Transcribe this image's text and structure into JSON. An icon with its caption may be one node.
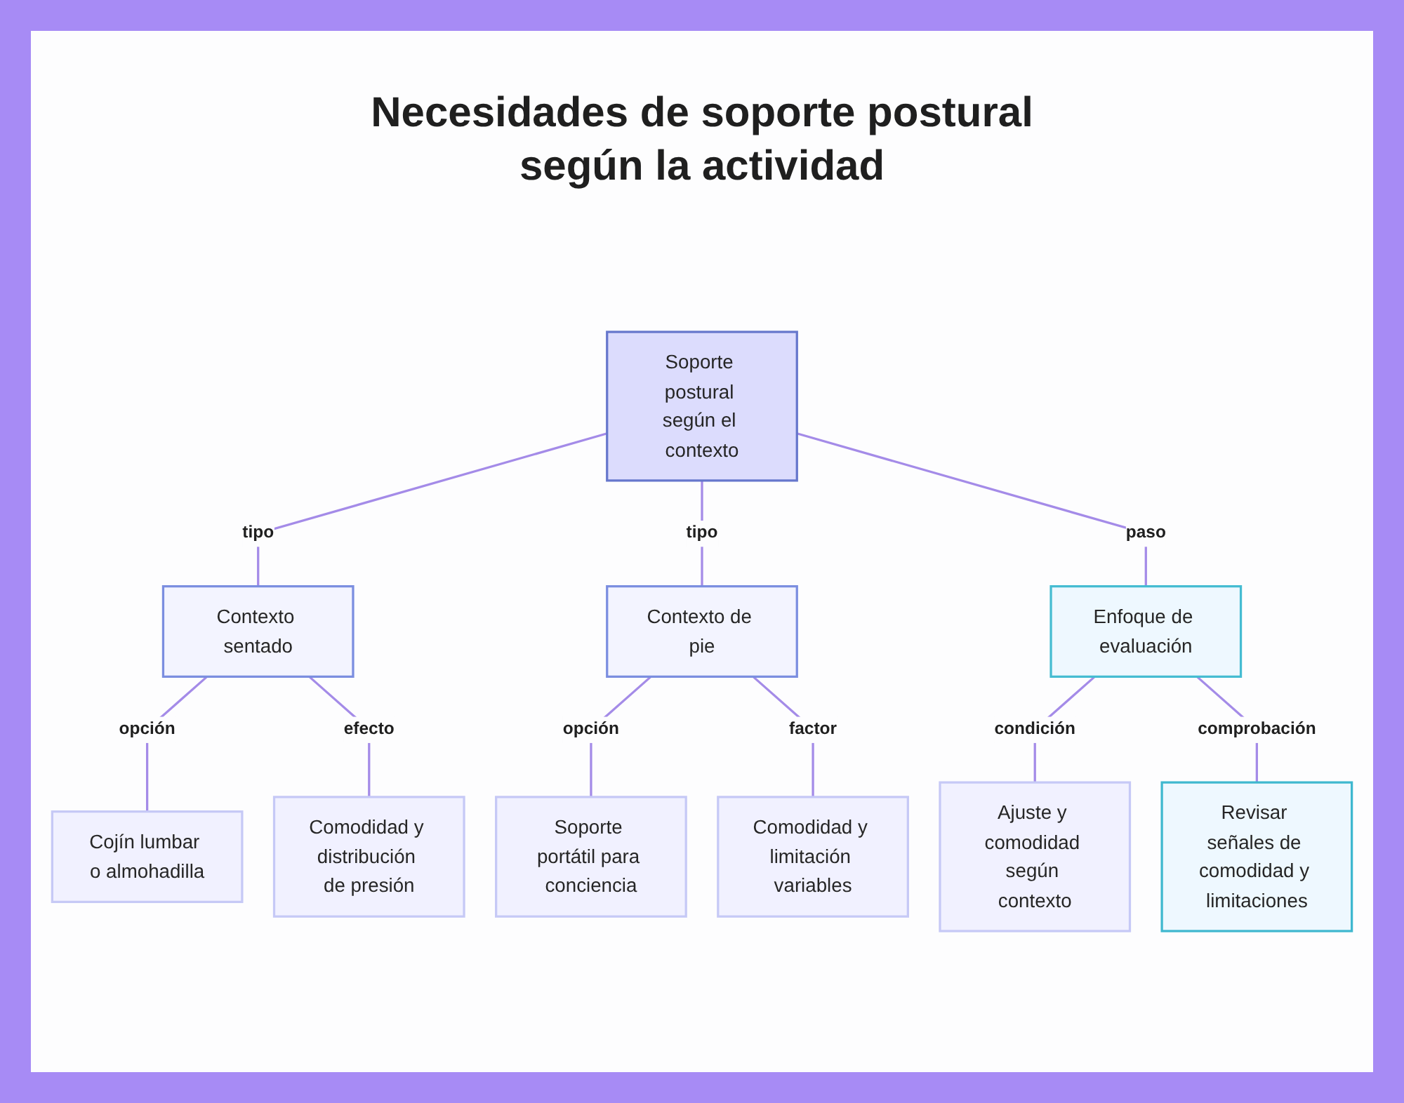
{
  "diagram": {
    "title": "Necesidades de soporte postural según la actividad",
    "nodes": [
      {
        "text": [
          "Soporte postural según el contexto"
        ]
      },
      {
        "text": [
          "Contexto sentado"
        ]
      },
      {
        "text": [
          "Contexto de pie"
        ]
      },
      {
        "text": [
          "Enfoque de evaluación"
        ]
      },
      {
        "text": [
          "Cojín lumbar o almohadilla"
        ]
      },
      {
        "text": [
          "Comodidad y distribución de presión"
        ]
      },
      {
        "text": [
          "Soporte portátil para conciencia"
        ]
      },
      {
        "text": [
          "Comodidad y limitación variables"
        ]
      },
      {
        "text": [
          "Ajuste y comodidad según contexto"
        ]
      },
      {
        "text": [
          "Revisar señales de comodidad y limitaciones"
        ]
      }
    ],
    "edges": [
      {
        "from": 0,
        "to": 1,
        "arrow": "none",
        "label": "tipo"
      },
      {
        "from": 0,
        "to": 2,
        "arrow": "none",
        "label": "tipo"
      },
      {
        "from": 0,
        "to": 3,
        "arrow": "none",
        "label": "paso"
      },
      {
        "from": 1,
        "to": 4,
        "arrow": "none",
        "label": "opción"
      },
      {
        "from": 1,
        "to": 5,
        "arrow": "none",
        "label": "efecto"
      },
      {
        "from": 2,
        "to": 6,
        "arrow": "none",
        "label": "opción"
      },
      {
        "from": 2,
        "to": 7,
        "arrow": "none",
        "label": "factor"
      },
      {
        "from": 3,
        "to": 8,
        "arrow": "none",
        "label": "condición"
      },
      {
        "from": 3,
        "to": 9,
        "arrow": "none",
        "label": "comprobación"
      }
    ]
  }
}
